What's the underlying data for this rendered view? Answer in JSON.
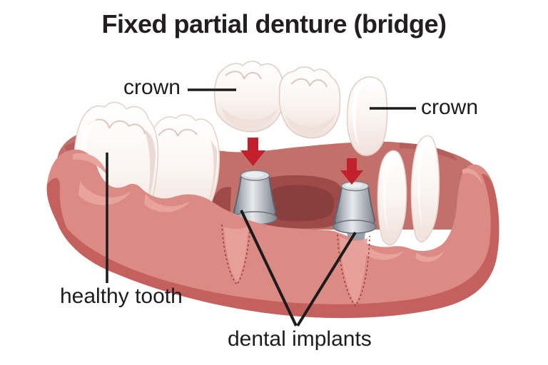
{
  "title": "Fixed partial denture (bridge)",
  "labels": {
    "crown_left": "crown",
    "crown_right": "crown",
    "healthy_tooth": "healthy tooth",
    "dental_implants": "dental implants"
  },
  "colors": {
    "arrow_red": "#c2202c",
    "gum_pink": "#db8a84",
    "gum_shadow": "#c4615e",
    "gum_back": "#c3706b",
    "recess_dark": "#9e4a49",
    "recess_deeper": "#8b3e3e",
    "implant_gray": "#b9bec5",
    "tooth_ivory": "#f7efeb",
    "line_black": "#1c1c1c",
    "title_color": "#231f20",
    "background": "#ffffff"
  },
  "figure": {
    "description": "Lower jaw gum with two healthy molars (left), two front teeth (right), two grey implant abutments in the gap, red arrows pointing down to the implants, and a floating three-crown bridge above the gap.",
    "arrow_icons": [
      "down-arrow",
      "down-arrow"
    ]
  }
}
